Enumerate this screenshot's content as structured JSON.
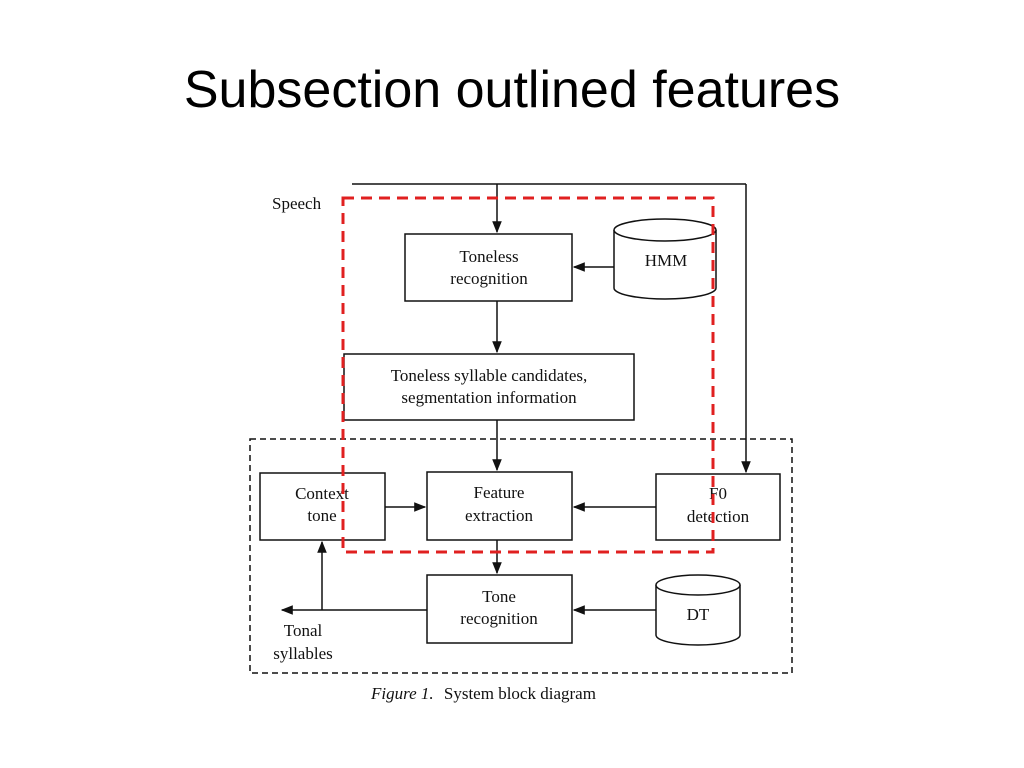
{
  "slide": {
    "title": "Subsection outlined features"
  },
  "diagram": {
    "speech_label": "Speech",
    "toneless_recognition": [
      "Toneless",
      "recognition"
    ],
    "hmm": "HMM",
    "candidates": [
      "Toneless syllable candidates,",
      "segmentation information"
    ],
    "context_tone": [
      "Context",
      "tone"
    ],
    "feature_extraction": [
      "Feature",
      "extraction"
    ],
    "f0_detection": [
      "F0",
      "detection"
    ],
    "tone_recognition": [
      "Tone",
      "recognition"
    ],
    "dt": "DT",
    "tonal_syllables": [
      "Tonal",
      "syllables"
    ],
    "caption_prefix": "Figure 1.",
    "caption_text": "System block diagram",
    "highlight_color": "#e02020"
  }
}
